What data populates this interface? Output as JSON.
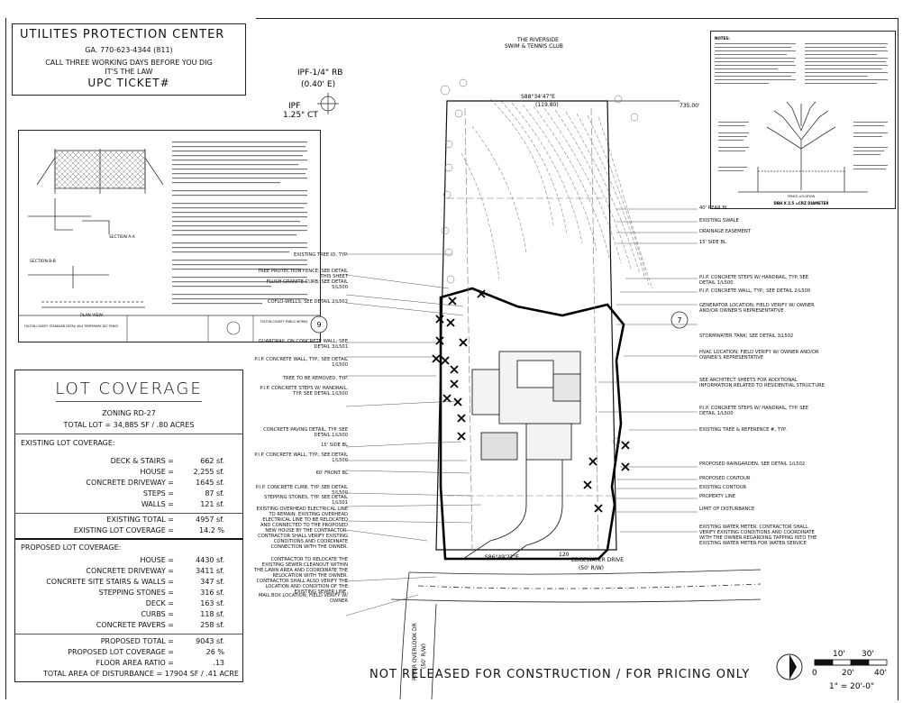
{
  "upc": {
    "title": "UTILITES  PROTECTION  CENTER",
    "phone": "GA.   770-623-4344 (811)",
    "call": "CALL THREE WORKING DAYS BEFORE YOU DIG",
    "law": "IT'S THE LAW",
    "ticket": "UPC TICKET#"
  },
  "lot_coverage": {
    "title": "LOT COVERAGE",
    "zoning": "ZONING RD-27",
    "total_lot": "TOTAL LOT = 34,885 SF / .80 ACRES",
    "existing_heading": "EXISTING LOT COVERAGE:",
    "existing_items": [
      {
        "label": "DECK & STAIRS =",
        "value": "662 sf."
      },
      {
        "label": "HOUSE =",
        "value": "2,255 sf."
      },
      {
        "label": "CONCRETE DRIVEWAY =",
        "value": "1645 sf."
      },
      {
        "label": "STEPS =",
        "value": "87 sf."
      },
      {
        "label": "WALLS =",
        "value": "121 sf."
      }
    ],
    "existing_total": {
      "label": "EXISTING TOTAL =",
      "value": "4957 sf."
    },
    "existing_coverage": {
      "label": "EXISTING LOT COVERAGE =",
      "value": "14.2 %"
    },
    "proposed_heading": "PROPOSED LOT COVERAGE:",
    "proposed_items": [
      {
        "label": "HOUSE =",
        "value": "4430 sf."
      },
      {
        "label": "CONCRETE DRIVEWAY =",
        "value": "3411 sf."
      },
      {
        "label": "CONCRETE SITE STAIRS & WALLS =",
        "value": "347 sf."
      },
      {
        "label": "STEPPING STONES =",
        "value": "316 sf."
      },
      {
        "label": "DECK =",
        "value": "163 sf."
      },
      {
        "label": "CURBS =",
        "value": "118 sf."
      },
      {
        "label": "CONCRETE PAVERS =",
        "value": "258 sf."
      }
    ],
    "proposed_total": {
      "label": "PROPOSED TOTAL =",
      "value": "9043 sf."
    },
    "proposed_coverage": {
      "label": "PROPOSED LOT COVERAGE =",
      "value": "26 %"
    },
    "floor_area": {
      "label": "FLOOR AREA RATIO =",
      "value": ".13"
    },
    "disturbance": "TOTAL AREA OF DISTURBANCE = 17904 SF / .41 ACRE"
  },
  "silt_fence": {
    "section_aa": "SECTION A-A",
    "section_bb": "SECTION B-B",
    "plan_view": "PLAN VIEW",
    "footer": "FULTON COUNTY STANDARD DETAIL #04 TEMPORARY SILT FENCE",
    "agency": "FULTON COUNTY PUBLIC WORKS"
  },
  "tree_protection": {
    "heading": "NOTES:",
    "fence_label": "FENCE LOCATION",
    "dbh_label": "DBH X 2.5 =CRZ DIAMETER"
  },
  "plan": {
    "club": "THE RIVERSIDE",
    "club2": "SWIM & TENNIS CLUB",
    "ipf_top": "IPF-1/4\" RB",
    "ipf_offset": "(0.40' E)",
    "ipf_ct": "IPF",
    "ipf_ct2": "1.25\" CT",
    "bearing_top": "S88°34'47\"E",
    "dist_top": "(119.80)",
    "dist_top_right": "735.00'",
    "bearing_bottom": "S86°49'22\"E",
    "dist_bottom": "120",
    "street": "EDGEWATER DRIVE",
    "street_row": "(50' R/W)",
    "side_street": "RIVER OVERLOOK DR",
    "side_street_row": "(50' R/W)",
    "callout_9": "9",
    "callout_7": "7",
    "banner": "NOT RELEASED FOR CONSTRUCTION / FOR PRICING ONLY",
    "scale_10": "10'",
    "scale_30": "30'",
    "scale_0": "0",
    "scale_20": "20'",
    "scale_40": "40'",
    "scale_text": "1\" = 20'-0\"",
    "left_notes": [
      "EXISTING TREE ID, TYP.",
      "TREE PROTECTION FENCE; SEE DETAIL THIS SHEET",
      "FLUSH GRANITE CURB; SEE DETAIL 5/L500",
      "COFLO-WELLS; SEE DETAIL 2/L502",
      "GUARDRAIL ON CONCRETE WALL; SEE DETAIL 3/L501",
      "P.I.P. CONCRETE WALL, TYP.; SEE DETAIL 1/L500",
      "TREE TO BE REMOVED, TYP.",
      "P.I.P. CONCRETE STEPS W/ HANDRAIL, TYP. SEE DETAIL 1/L500",
      "CONCRETE PAVING DETAIL, TYP. SEE DETAIL 1/L500",
      "15' SIDE BL",
      "P.I.P. CONCRETE WALL, TYP.; SEE DETAIL 1/L500",
      "60' FRONT BL",
      "P.I.P. CONCRETE CURB, TYP. SEE DETAIL 5/L500",
      "STEPPING STONES, TYP. SEE DETAIL 1/L501",
      "EXISTING OVERHEAD ELECTRICAL LINE TO REMAIN. EXISTING OVERHEAD ELECTRICAL LINE TO BE RELOCATED AND CONNECTED TO THE PROPOSED NEW HOUSE BY THE CONTRACTOR. CONTRACTOR SHALL VERIFY EXISTING CONDITIONS AND COORDINATE CONNECTION WITH THE OWNER.",
      "CONTRACTOR TO RELOCATE THE EXISTING SEWER CLEANOUT WITHIN THE LAWN AREA AND COORDINATE THE RELOCATION WITH THE OWNER. CONTRACTOR SHALL ALSO VERIFY THE LOCATION AND CONDITION OF THE EXISTING SEWER LINE.",
      "MAIL BOX LOCATION; FIELD VERIFY W/ OWNER"
    ],
    "right_notes": [
      "40' REAR BL",
      "EXISTING SWALE",
      "DRAINAGE EASEMENT",
      "15' SIDE BL",
      "P.I.P. CONCRETE STEPS W/ HANDRAIL, TYP. SEE DETAIL 1/L500",
      "P.I.P. CONCRETE WALL, TYP.; SEE DETAIL 2/L500",
      "GENERATOR LOCATION; FIELD VERIFY W/ OWNER AND/OR OWNER'S REPRESENTATIVE",
      "STORMWATER TANK; SEE DETAIL 3/L502",
      "HVAC LOCATION; FIELD VERIFY W/ OWNER AND/OR OWNER'S REPRESENTATIVE",
      "SEE ARCHITECT SHEETS FOR ADDITIONAL INFORMATION RELATED TO RESIDENTIAL STRUCTURE",
      "P.I.P. CONCRETE STEPS W/ HANDRAIL, TYP. SEE DETAIL 1/L500",
      "EXISTING TREE & REFERENCE #, TYP.",
      "PROPOSED RAINGARDEN, SEE DETAIL 1/L502",
      "PROPOSED CONTOUR",
      "EXISTING CONTOUR",
      "PROPERTY LINE",
      "LIMIT OF DISTURBANCE",
      "EXISTING WATER METER. CONTRACTOR SHALL VERIFY EXISTING CONDITIONS AND COORDINATE WITH THE OWNER REGARDING TAPPING INTO THE EXISTING WATER METER FOR WATER SERVICE"
    ]
  }
}
